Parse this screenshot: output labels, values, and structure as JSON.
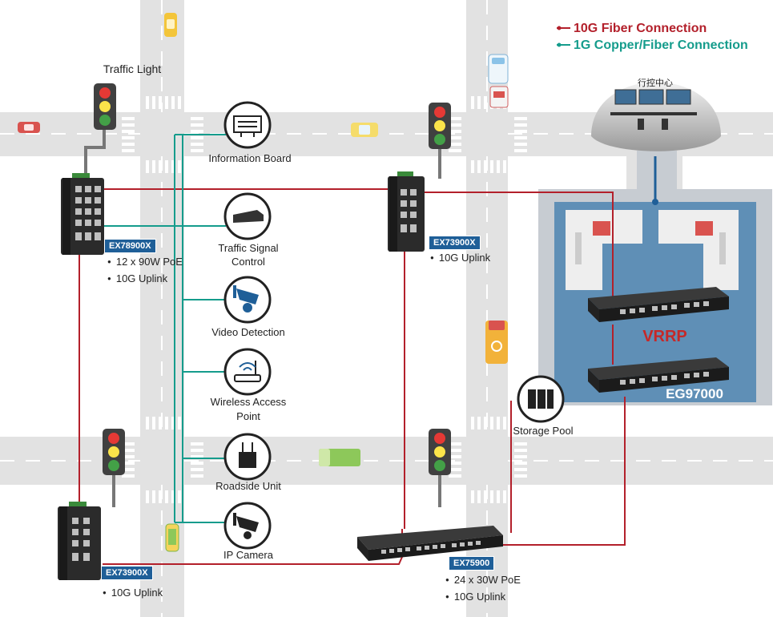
{
  "legend": {
    "fiber10g": {
      "label": "10G Fiber Connection",
      "color": "#b3202b"
    },
    "copper1g": {
      "label": "1G Copper/Fiber Connection",
      "color": "#159c8c"
    }
  },
  "control_center": {
    "label": "行控中心"
  },
  "switches": {
    "ex78900x_top": {
      "name": "EX78900X",
      "features": [
        "12 x 90W PoE",
        "10G Uplink"
      ]
    },
    "ex73900x_top": {
      "name": "EX73900X",
      "features": [
        "10G Uplink"
      ]
    },
    "ex73900x_bottom": {
      "name": "EX73900X",
      "features": [
        "10G Uplink"
      ]
    },
    "ex75900": {
      "name": "EX75900",
      "features": [
        "24 x 30W PoE",
        "10G Uplink"
      ]
    },
    "eg97000": {
      "name": "EG97000"
    }
  },
  "labels": {
    "traffic_light": "Traffic Light",
    "information_board": "Information Board",
    "traffic_signal_control_line1": "Traffic Signal",
    "traffic_signal_control_line2": "Control",
    "video_detection": "Video Detection",
    "wireless_ap_line1": "Wireless Access",
    "wireless_ap_line2": "Point",
    "roadside_unit": "Roadside Unit",
    "ip_camera": "IP Camera",
    "storage_pool": "Storage Pool",
    "vrrp": "VRRP"
  },
  "colors": {
    "road": "#e3e3e3",
    "fiber": "#b3202b",
    "copper": "#159c8c",
    "tag_blue": "#1f5f98",
    "datacenter": "#5f8fb6"
  }
}
